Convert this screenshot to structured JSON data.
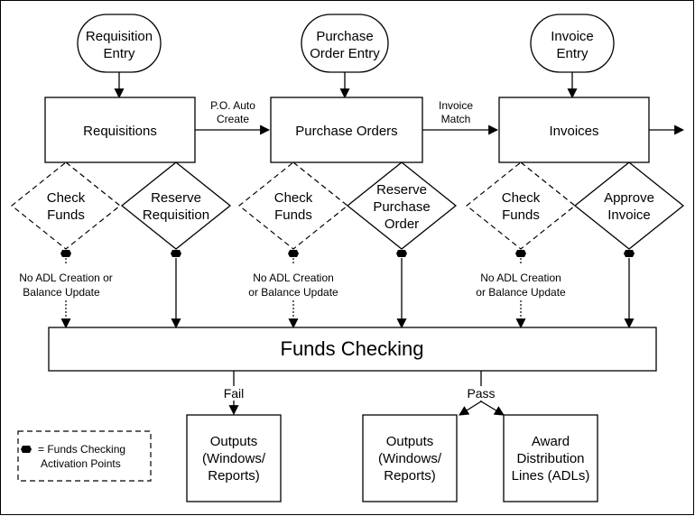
{
  "colors": {
    "stroke": "#000000",
    "fill": "#ffffff"
  },
  "entries": [
    {
      "line1": "Requisition",
      "line2": "Entry"
    },
    {
      "line1": "Purchase",
      "line2": "Order Entry"
    },
    {
      "line1": "Invoice",
      "line2": "Entry"
    }
  ],
  "processes": {
    "requisitions": "Requisitions",
    "purchase_orders": "Purchase Orders",
    "invoices": "Invoices"
  },
  "connectors": {
    "po_auto_create": {
      "line1": "P.O. Auto",
      "line2": "Create"
    },
    "invoice_match": {
      "line1": "Invoice",
      "line2": "Match"
    }
  },
  "check_funds": {
    "line1": "Check",
    "line2": "Funds"
  },
  "decisions": {
    "reserve_requisition": {
      "line1": "Reserve",
      "line2": "Requisition"
    },
    "reserve_purchase_order": {
      "line1": "Reserve",
      "line2": "Purchase",
      "line3": "Order"
    },
    "approve_invoice": {
      "line1": "Approve",
      "line2": "Invoice"
    }
  },
  "no_adl_note": {
    "line1": "No ADL Creation or",
    "line2": "Balance Update",
    "line1_alt": "No ADL Creation",
    "line2_alt": "or Balance Update"
  },
  "funds_checking": "Funds Checking",
  "branches": {
    "fail": "Fail",
    "pass": "Pass"
  },
  "outputs": {
    "line1": "Outputs",
    "line2": "(Windows/",
    "line3": "Reports)"
  },
  "adl_box": {
    "line1": "Award",
    "line2": "Distribution",
    "line3": "Lines (ADLs)"
  },
  "legend": {
    "line1": "= Funds Checking",
    "line2": "Activation Points"
  }
}
